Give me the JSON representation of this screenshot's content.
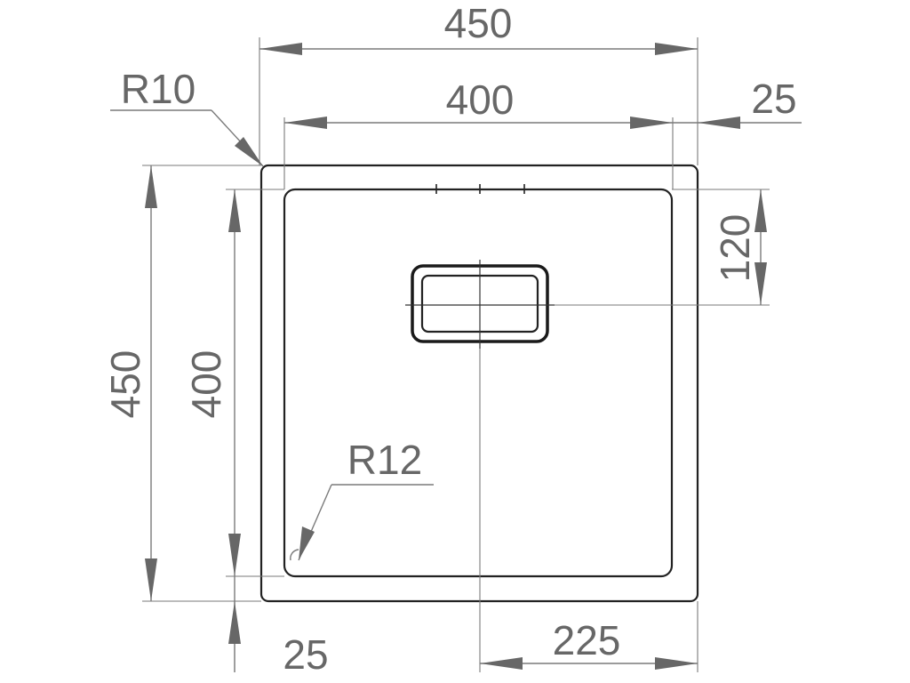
{
  "dimensions": {
    "outer_width": "450",
    "inner_width": "400",
    "flange_right": "25",
    "radius_outer": "R10",
    "outer_height": "450",
    "inner_height": "400",
    "drain_offset_vertical": "120",
    "radius_inner": "R12",
    "flange_bottom": "25",
    "drain_offset_horizontal": "225"
  },
  "colors": {
    "dimension": "#676767",
    "outline": "#222222",
    "background": "#ffffff"
  }
}
